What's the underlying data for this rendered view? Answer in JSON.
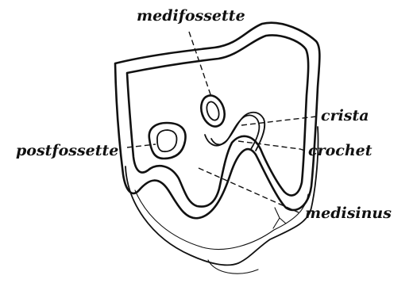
{
  "labels": {
    "medifossette": "medifossette",
    "crista": "crista",
    "postfossette": "postfossette",
    "crochet": "crochet",
    "medisinus": "medisinus"
  }
}
